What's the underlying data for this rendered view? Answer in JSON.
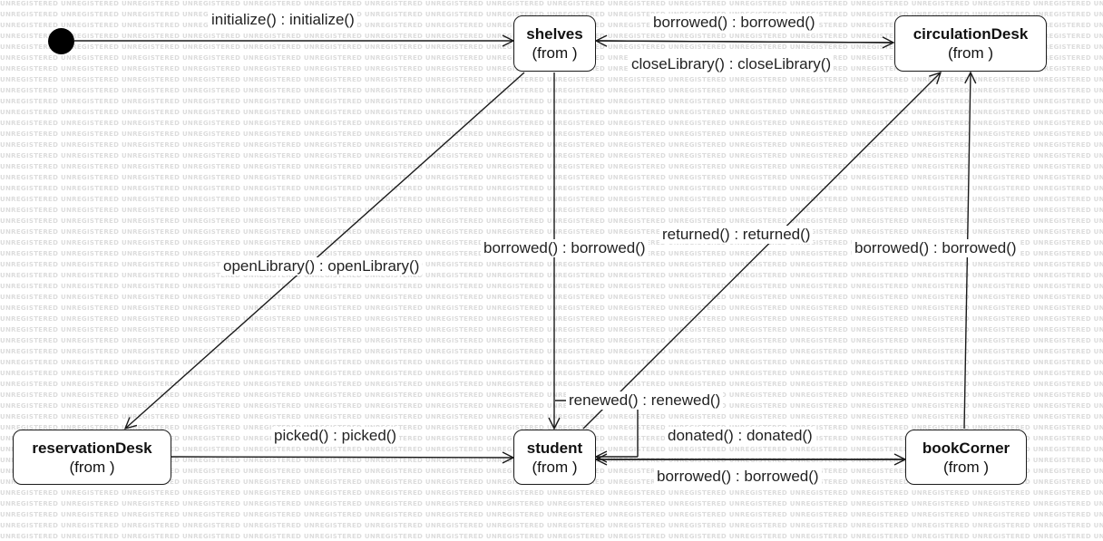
{
  "watermark": {
    "text": "UNREGISTERED"
  },
  "states": {
    "shelves": {
      "name": "shelves",
      "from": "(from )"
    },
    "circulationDesk": {
      "name": "circulationDesk",
      "from": "(from )"
    },
    "reservationDesk": {
      "name": "reservationDesk",
      "from": "(from )"
    },
    "student": {
      "name": "student",
      "from": "(from )"
    },
    "bookCorner": {
      "name": "bookCorner",
      "from": "(from )"
    }
  },
  "transitions": {
    "initialize": "initialize() : initialize()",
    "shelves_to_circulation_borrowed": "borrowed() : borrowed()",
    "circulation_to_shelves_close": "closeLibrary() : closeLibrary()",
    "shelves_to_student_borrowed": "borrowed() : borrowed()",
    "open_library": "openLibrary() : openLibrary()",
    "student_returned": "returned() : returned()",
    "bookcorner_borrowed": "borrowed() : borrowed()",
    "student_renewed": "renewed() : renewed()",
    "reservation_picked": "picked() : picked()",
    "student_donated": "donated() : donated()",
    "bookcorner_to_student_borrowed": "borrowed() : borrowed()"
  }
}
